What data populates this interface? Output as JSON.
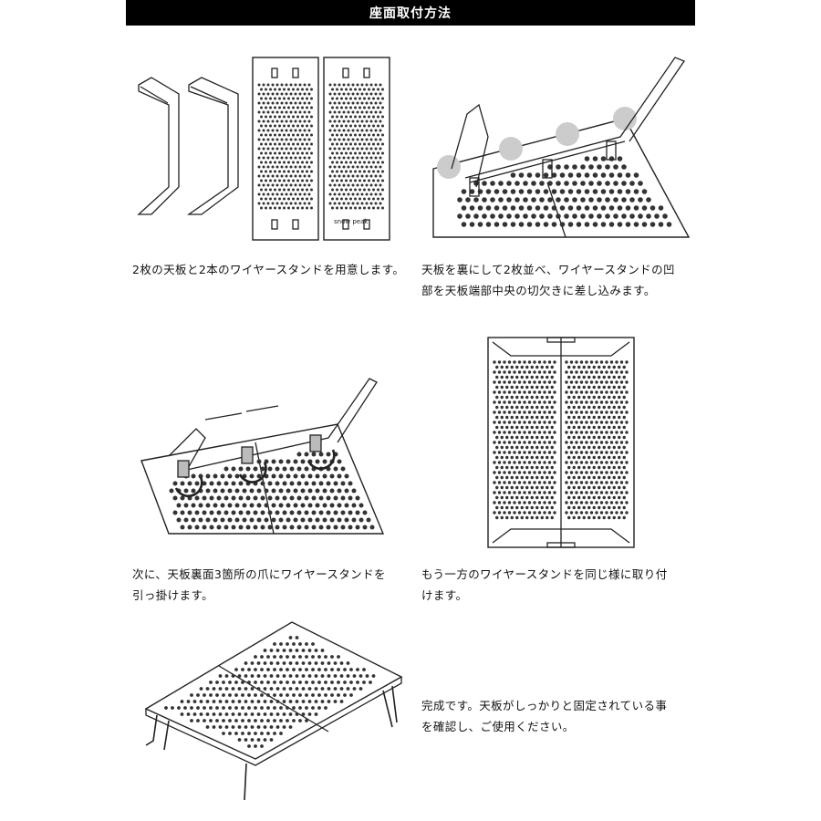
{
  "header": {
    "title": "座面取付方法"
  },
  "steps": [
    {
      "caption_lines": [
        "2枚の天板と2本のワイヤースタンドを用意します。"
      ]
    },
    {
      "caption_lines": [
        "天板を裏にして2枚並べ、ワイヤースタンドの凹",
        "部を天板端部中央の切欠きに差し込みます。"
      ]
    },
    {
      "caption_lines": [
        "次に、天板裏面3箇所の爪にワイヤースタンドを",
        "引っ掛けます。"
      ]
    },
    {
      "caption_lines": [
        "もう一方のワイヤースタンドを同じ様に取り付",
        "けます。"
      ]
    },
    {
      "caption_lines": [
        "完成です。天板がしっかりと固定されている事",
        "を確認し、ご使用ください。"
      ]
    }
  ],
  "brand_mark": "snow peak"
}
